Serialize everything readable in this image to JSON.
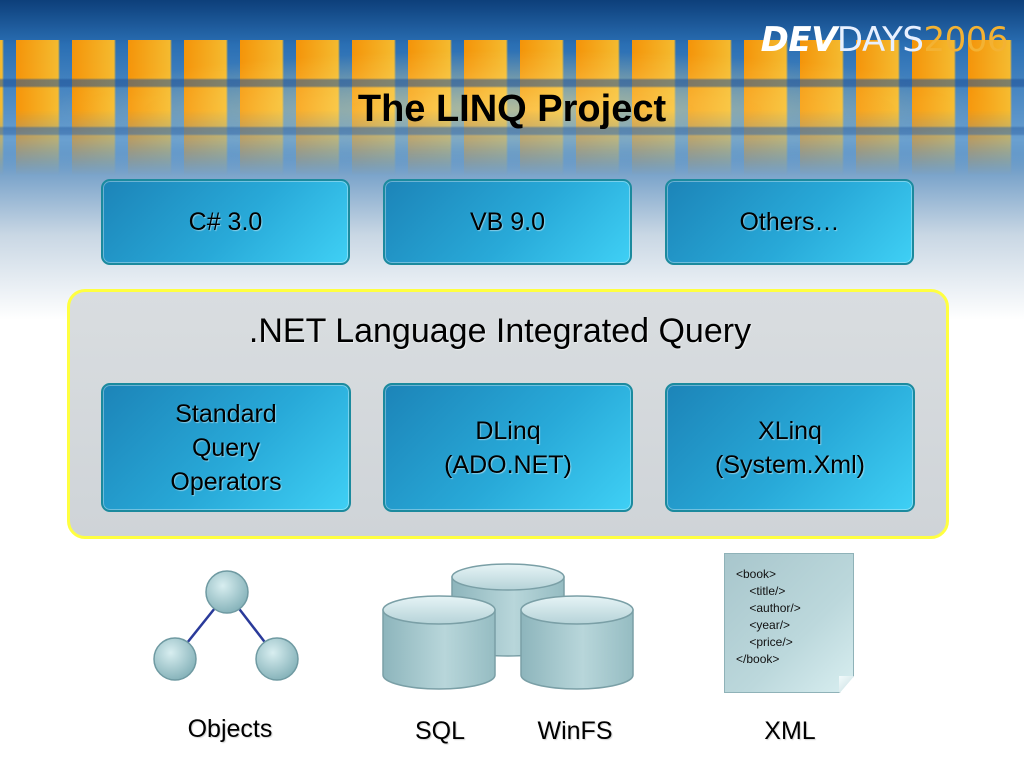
{
  "slide": {
    "logo": {
      "dev": "DEV",
      "days": "DAYS",
      "year": "2006"
    },
    "title": "The LINQ Project"
  },
  "languages": [
    {
      "label": "C# 3.0"
    },
    {
      "label": "VB 9.0"
    },
    {
      "label": "Others…"
    }
  ],
  "linq": {
    "heading": ".NET Language Integrated Query",
    "components": [
      {
        "label": "Standard\nQuery\nOperators"
      },
      {
        "label": "DLinq\n(ADO.NET)"
      },
      {
        "label": "XLinq\n(System.Xml)"
      }
    ]
  },
  "sources": {
    "objects_label": "Objects",
    "sql_label": "SQL",
    "winfs_label": "WinFS",
    "xml_label": "XML",
    "xml_lines": [
      "<book>",
      "    <title/>",
      "    <author/>",
      "    <year/>",
      "    <price/>",
      "</book>"
    ]
  },
  "colors": {
    "box_border": "#1b8a9e",
    "panel_border": "#ffff40",
    "icon_fill": "#9fc4ca",
    "connector": "#2a3a9a",
    "logo_year": "#f3b233"
  }
}
